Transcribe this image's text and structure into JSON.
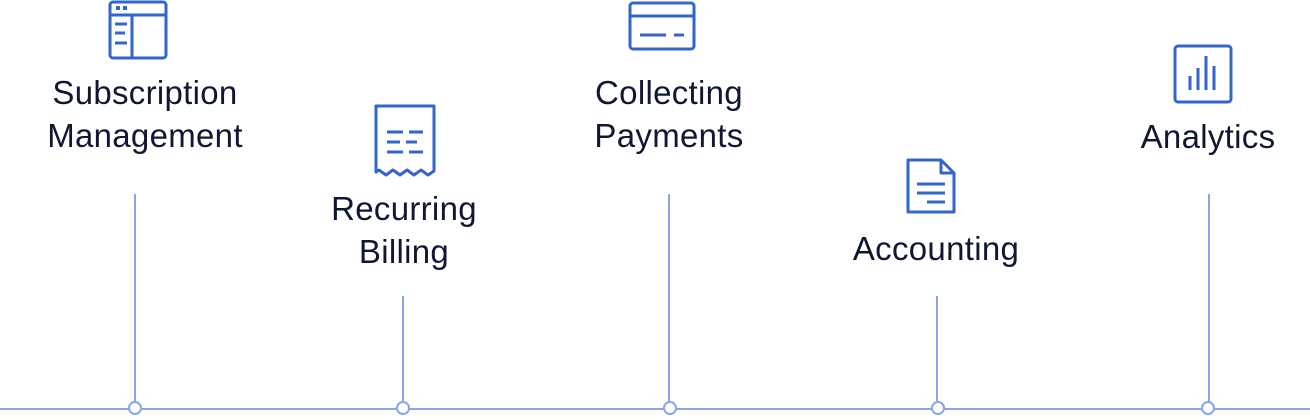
{
  "accent_color": "#3366cc",
  "line_color": "#8aa6e8",
  "text_color": "#0f1733",
  "milestones": [
    {
      "icon": "browser-window-icon",
      "line1": "Subscription",
      "line2": "Management"
    },
    {
      "icon": "receipt-icon",
      "line1": "Recurring",
      "line2": "Billing"
    },
    {
      "icon": "credit-card-icon",
      "line1": "Collecting",
      "line2": "Payments"
    },
    {
      "icon": "document-icon",
      "line1": "Accounting",
      "line2": ""
    },
    {
      "icon": "bar-chart-icon",
      "line1": "Analytics",
      "line2": ""
    }
  ]
}
